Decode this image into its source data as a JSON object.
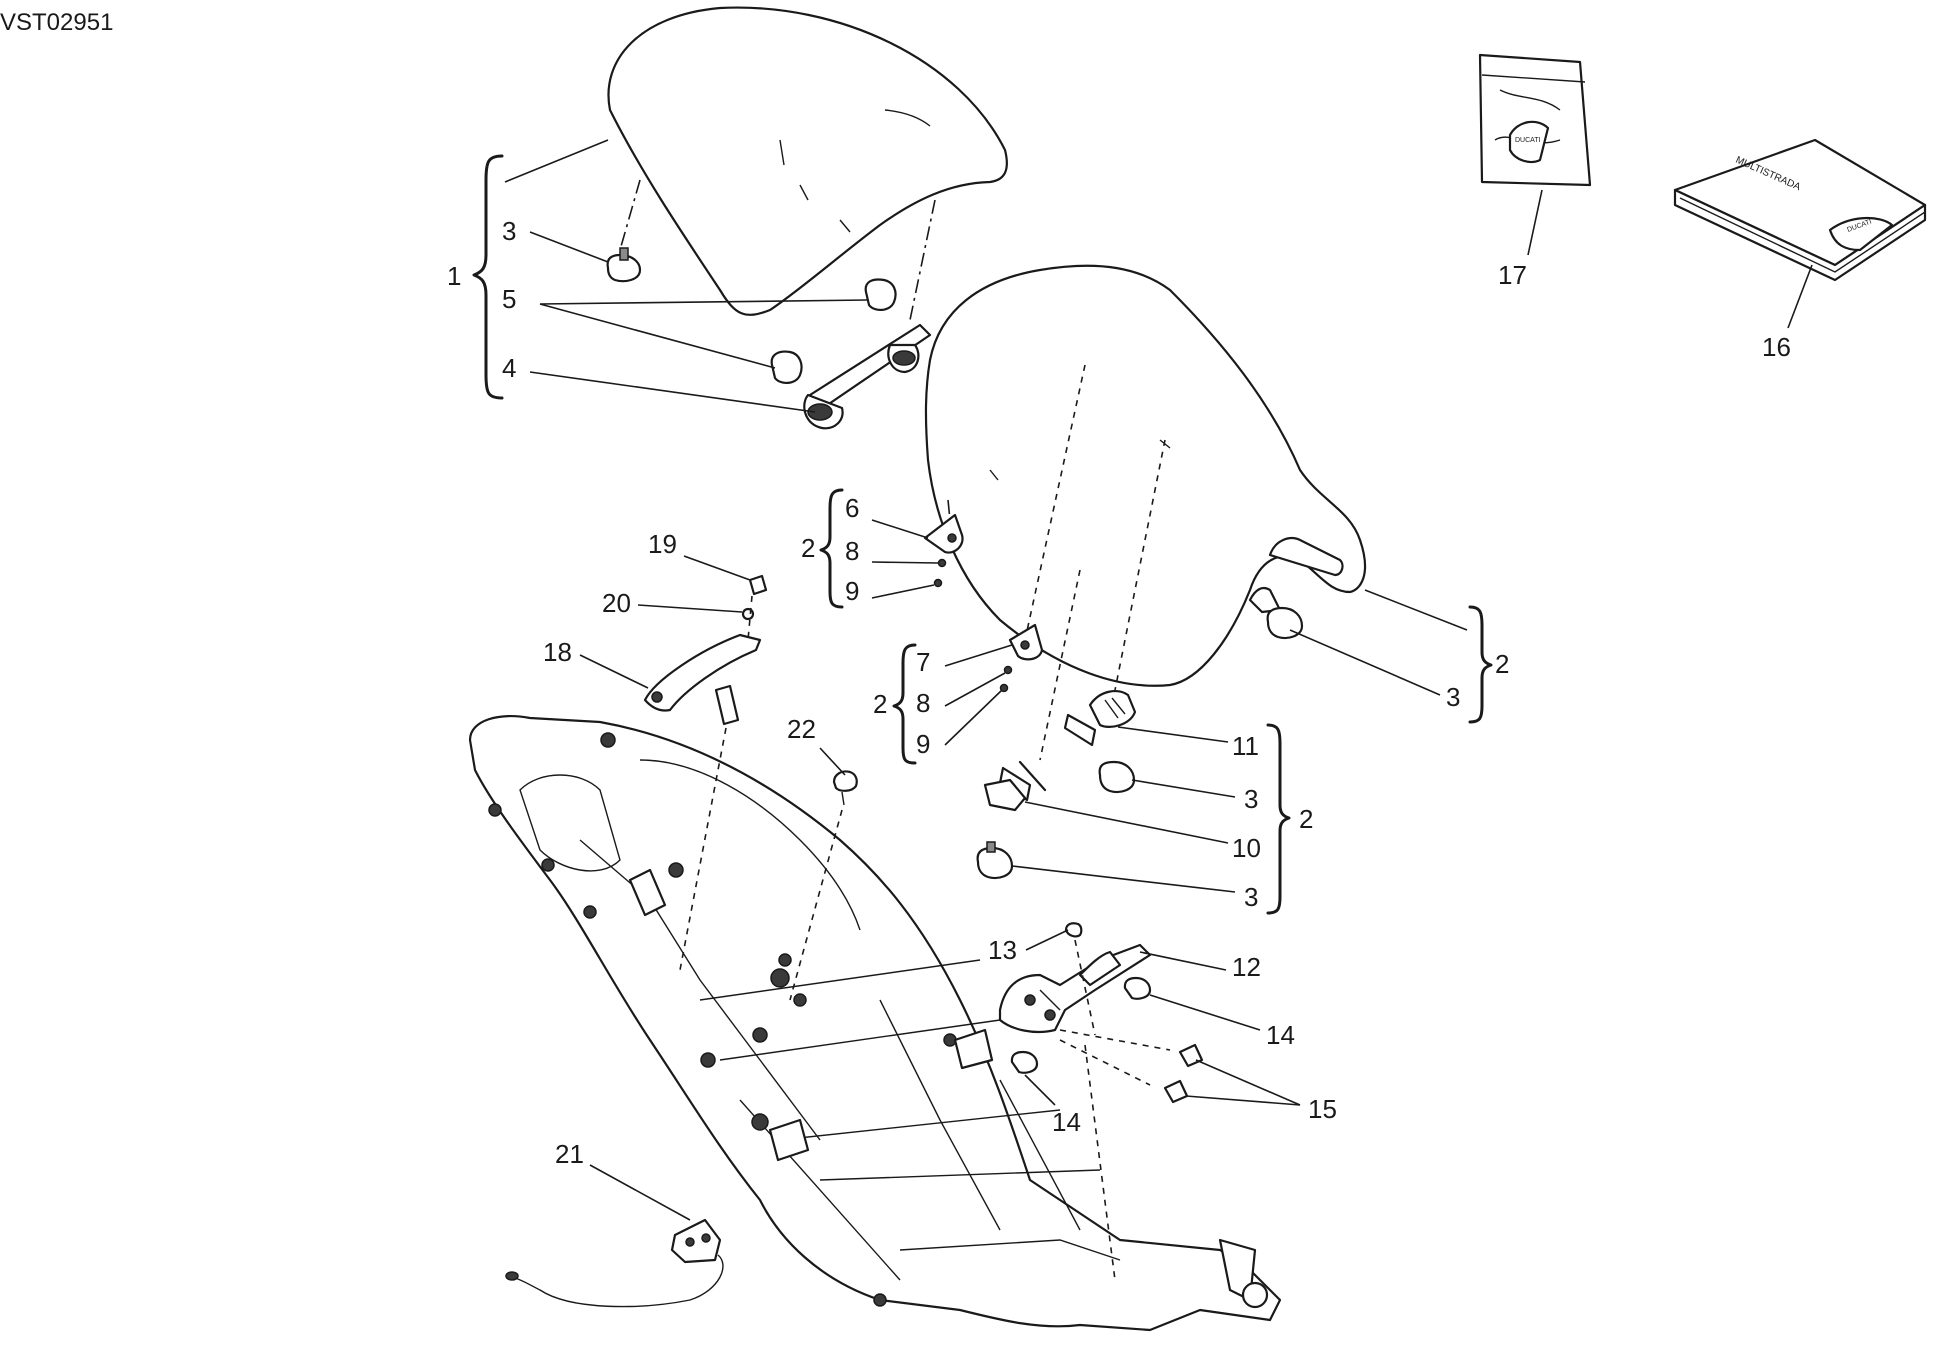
{
  "drawing": {
    "code": "VST02951",
    "labels": {
      "l1": "1",
      "l2a": "2",
      "l2b": "2",
      "l2c": "2",
      "l2d": "2",
      "l3a": "3",
      "l3b": "3",
      "l3c": "3",
      "l3d": "3",
      "l4": "4",
      "l5": "5",
      "l6": "6",
      "l7": "7",
      "l8a": "8",
      "l8b": "8",
      "l9a": "9",
      "l9b": "9",
      "l10": "10",
      "l11": "11",
      "l12": "12",
      "l13": "13",
      "l14a": "14",
      "l14b": "14",
      "l15": "15",
      "l16": "16",
      "l17": "17",
      "l18": "18",
      "l19": "19",
      "l20": "20",
      "l21": "21",
      "l22": "22"
    },
    "branding": {
      "manual_title": "MULTISTRADA",
      "logo_text": "DUCATI"
    }
  }
}
